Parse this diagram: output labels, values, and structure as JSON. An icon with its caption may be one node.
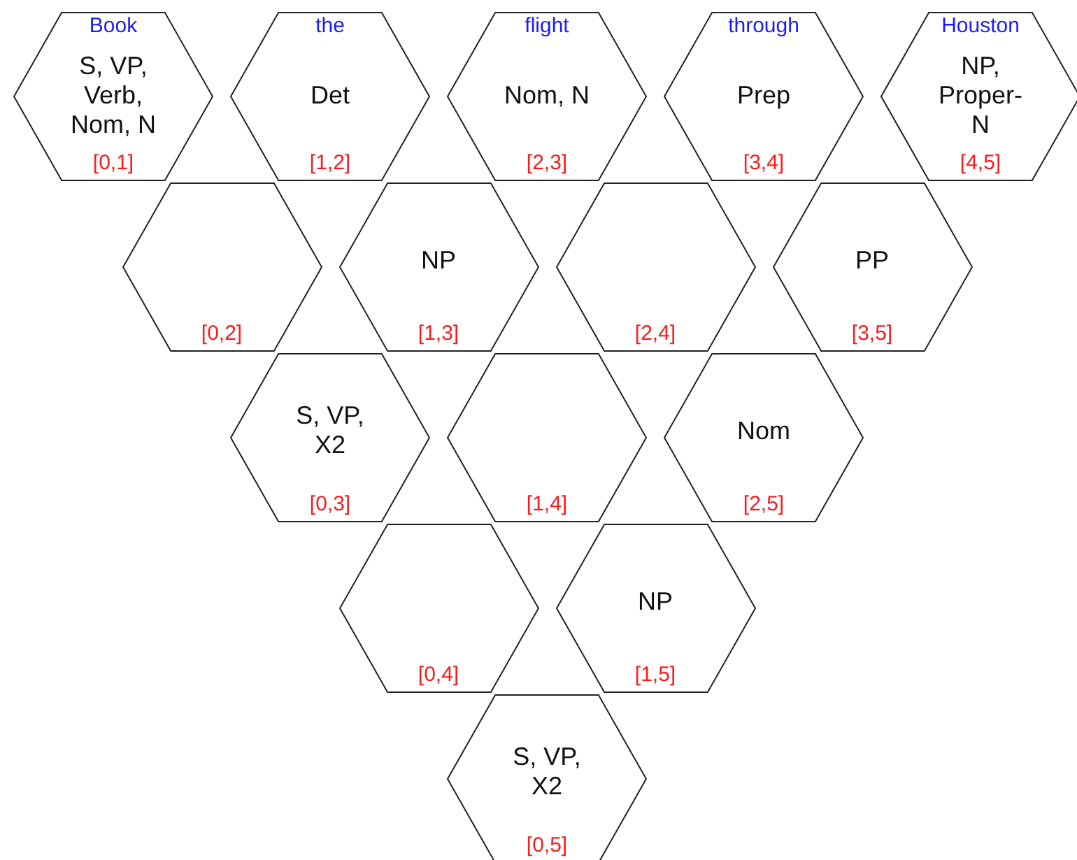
{
  "diagram": {
    "nodes": [
      {
        "text": [
          "Book",
          "S, VP, Verb, Nom, N",
          "[0,1]"
        ]
      },
      {
        "text": [
          "the",
          "Det",
          "[1,2]"
        ]
      },
      {
        "text": [
          "flight",
          "Nom, N",
          "[2,3]"
        ]
      },
      {
        "text": [
          "through",
          "Prep",
          "[3,4]"
        ]
      },
      {
        "text": [
          "Houston",
          "NP, Proper-N",
          "[4,5]"
        ]
      },
      {
        "text": [
          "[0,2]"
        ]
      },
      {
        "text": [
          "NP",
          "[1,3]"
        ]
      },
      {
        "text": [
          "[2,4]"
        ]
      },
      {
        "text": [
          "PP",
          "[3,5]"
        ]
      },
      {
        "text": [
          "S, VP, X2",
          "[0,3]"
        ]
      },
      {
        "text": [
          "[1,4]"
        ]
      },
      {
        "text": [
          "Nom",
          "[2,5]"
        ]
      },
      {
        "text": [
          "[0,4]"
        ]
      },
      {
        "text": [
          "NP",
          "[1,5]"
        ]
      },
      {
        "text": [
          "S, VP, X2",
          "[0,5]"
        ]
      }
    ]
  }
}
